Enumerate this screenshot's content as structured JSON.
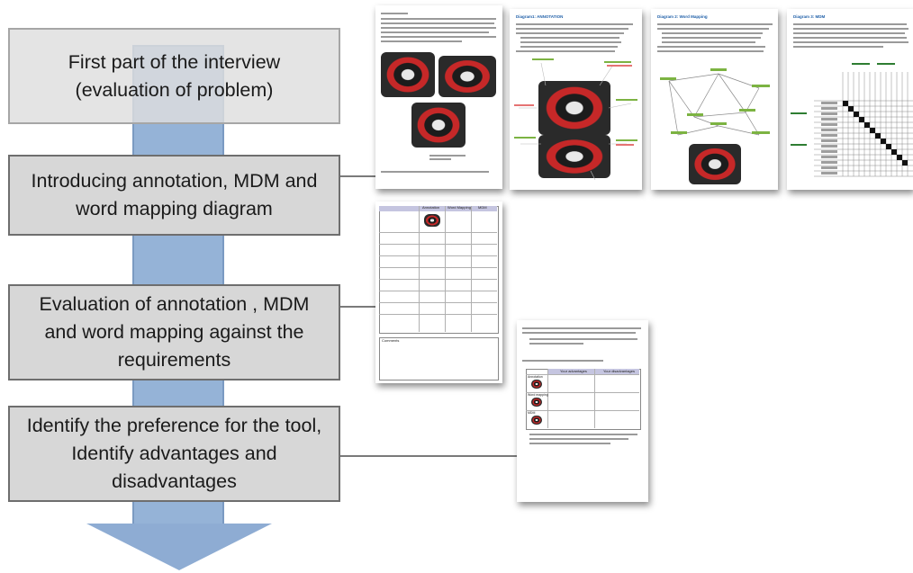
{
  "steps": [
    {
      "label": "First part of the interview\n(evaluation of problem)"
    },
    {
      "label": "Introducing annotation, MDM and\nword mapping diagram"
    },
    {
      "label": "Evaluation of annotation , MDM\nand word mapping against the\nrequirements"
    },
    {
      "label": "Identify the preference for the tool,\nIdentify advantages and\ndisadvantages"
    }
  ],
  "documents": {
    "annotation_title": "Diagram1: ANNOTATION",
    "word_mapping_title": "Diagram 2: Word Mapping",
    "mdm_title": "Diagram 3: MDM",
    "comparison_headers": [
      "Annotation",
      "Word Mapping",
      "MDM"
    ],
    "comments_label": "Comments",
    "pros_cons_headers": [
      "Your advantages",
      "Your disadvantages"
    ],
    "pros_cons_rows": [
      "Annotation",
      "Word mapping",
      "MDM"
    ]
  },
  "colors": {
    "arrow": "#95b3d7",
    "box": "#d7d7d7",
    "border": "#6e6e6e",
    "doc_title": "#1f5fa8",
    "product_accent": "#c62828"
  }
}
